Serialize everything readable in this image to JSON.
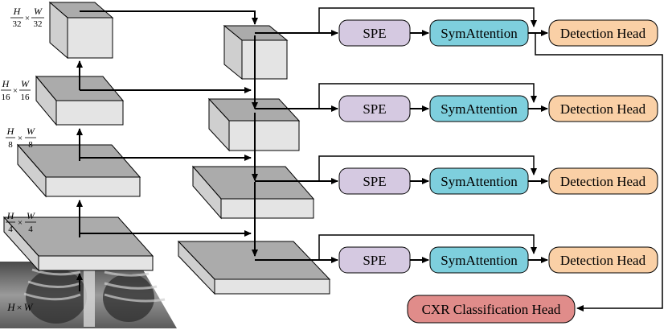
{
  "modules": {
    "spe": "SPE",
    "sym": "SymAttention",
    "det": "Detection Head",
    "cxr": "CXR Classification Head"
  },
  "dims": {
    "d32": {
      "hn": "H",
      "hd": "32",
      "wn": "W",
      "wd": "32",
      "times": "×"
    },
    "d16": {
      "hn": "H",
      "hd": "16",
      "wn": "W",
      "wd": "16",
      "times": "×"
    },
    "d8": {
      "hn": "H",
      "hd": "8",
      "wn": "W",
      "wd": "8",
      "times": "×"
    },
    "d4": {
      "hn": "H",
      "hd": "4",
      "wn": "W",
      "wd": "4",
      "times": "×"
    },
    "input": {
      "h": "H",
      "times": "×",
      "w": "W"
    }
  },
  "colors": {
    "spe": "#d5c9e1",
    "sym": "#7ecfdd",
    "det": "#fad0a6",
    "cxr": "#e08c8a",
    "block_top": "#ababab",
    "block_front": "#e4e4e4",
    "block_side": "#cfcfcf"
  }
}
